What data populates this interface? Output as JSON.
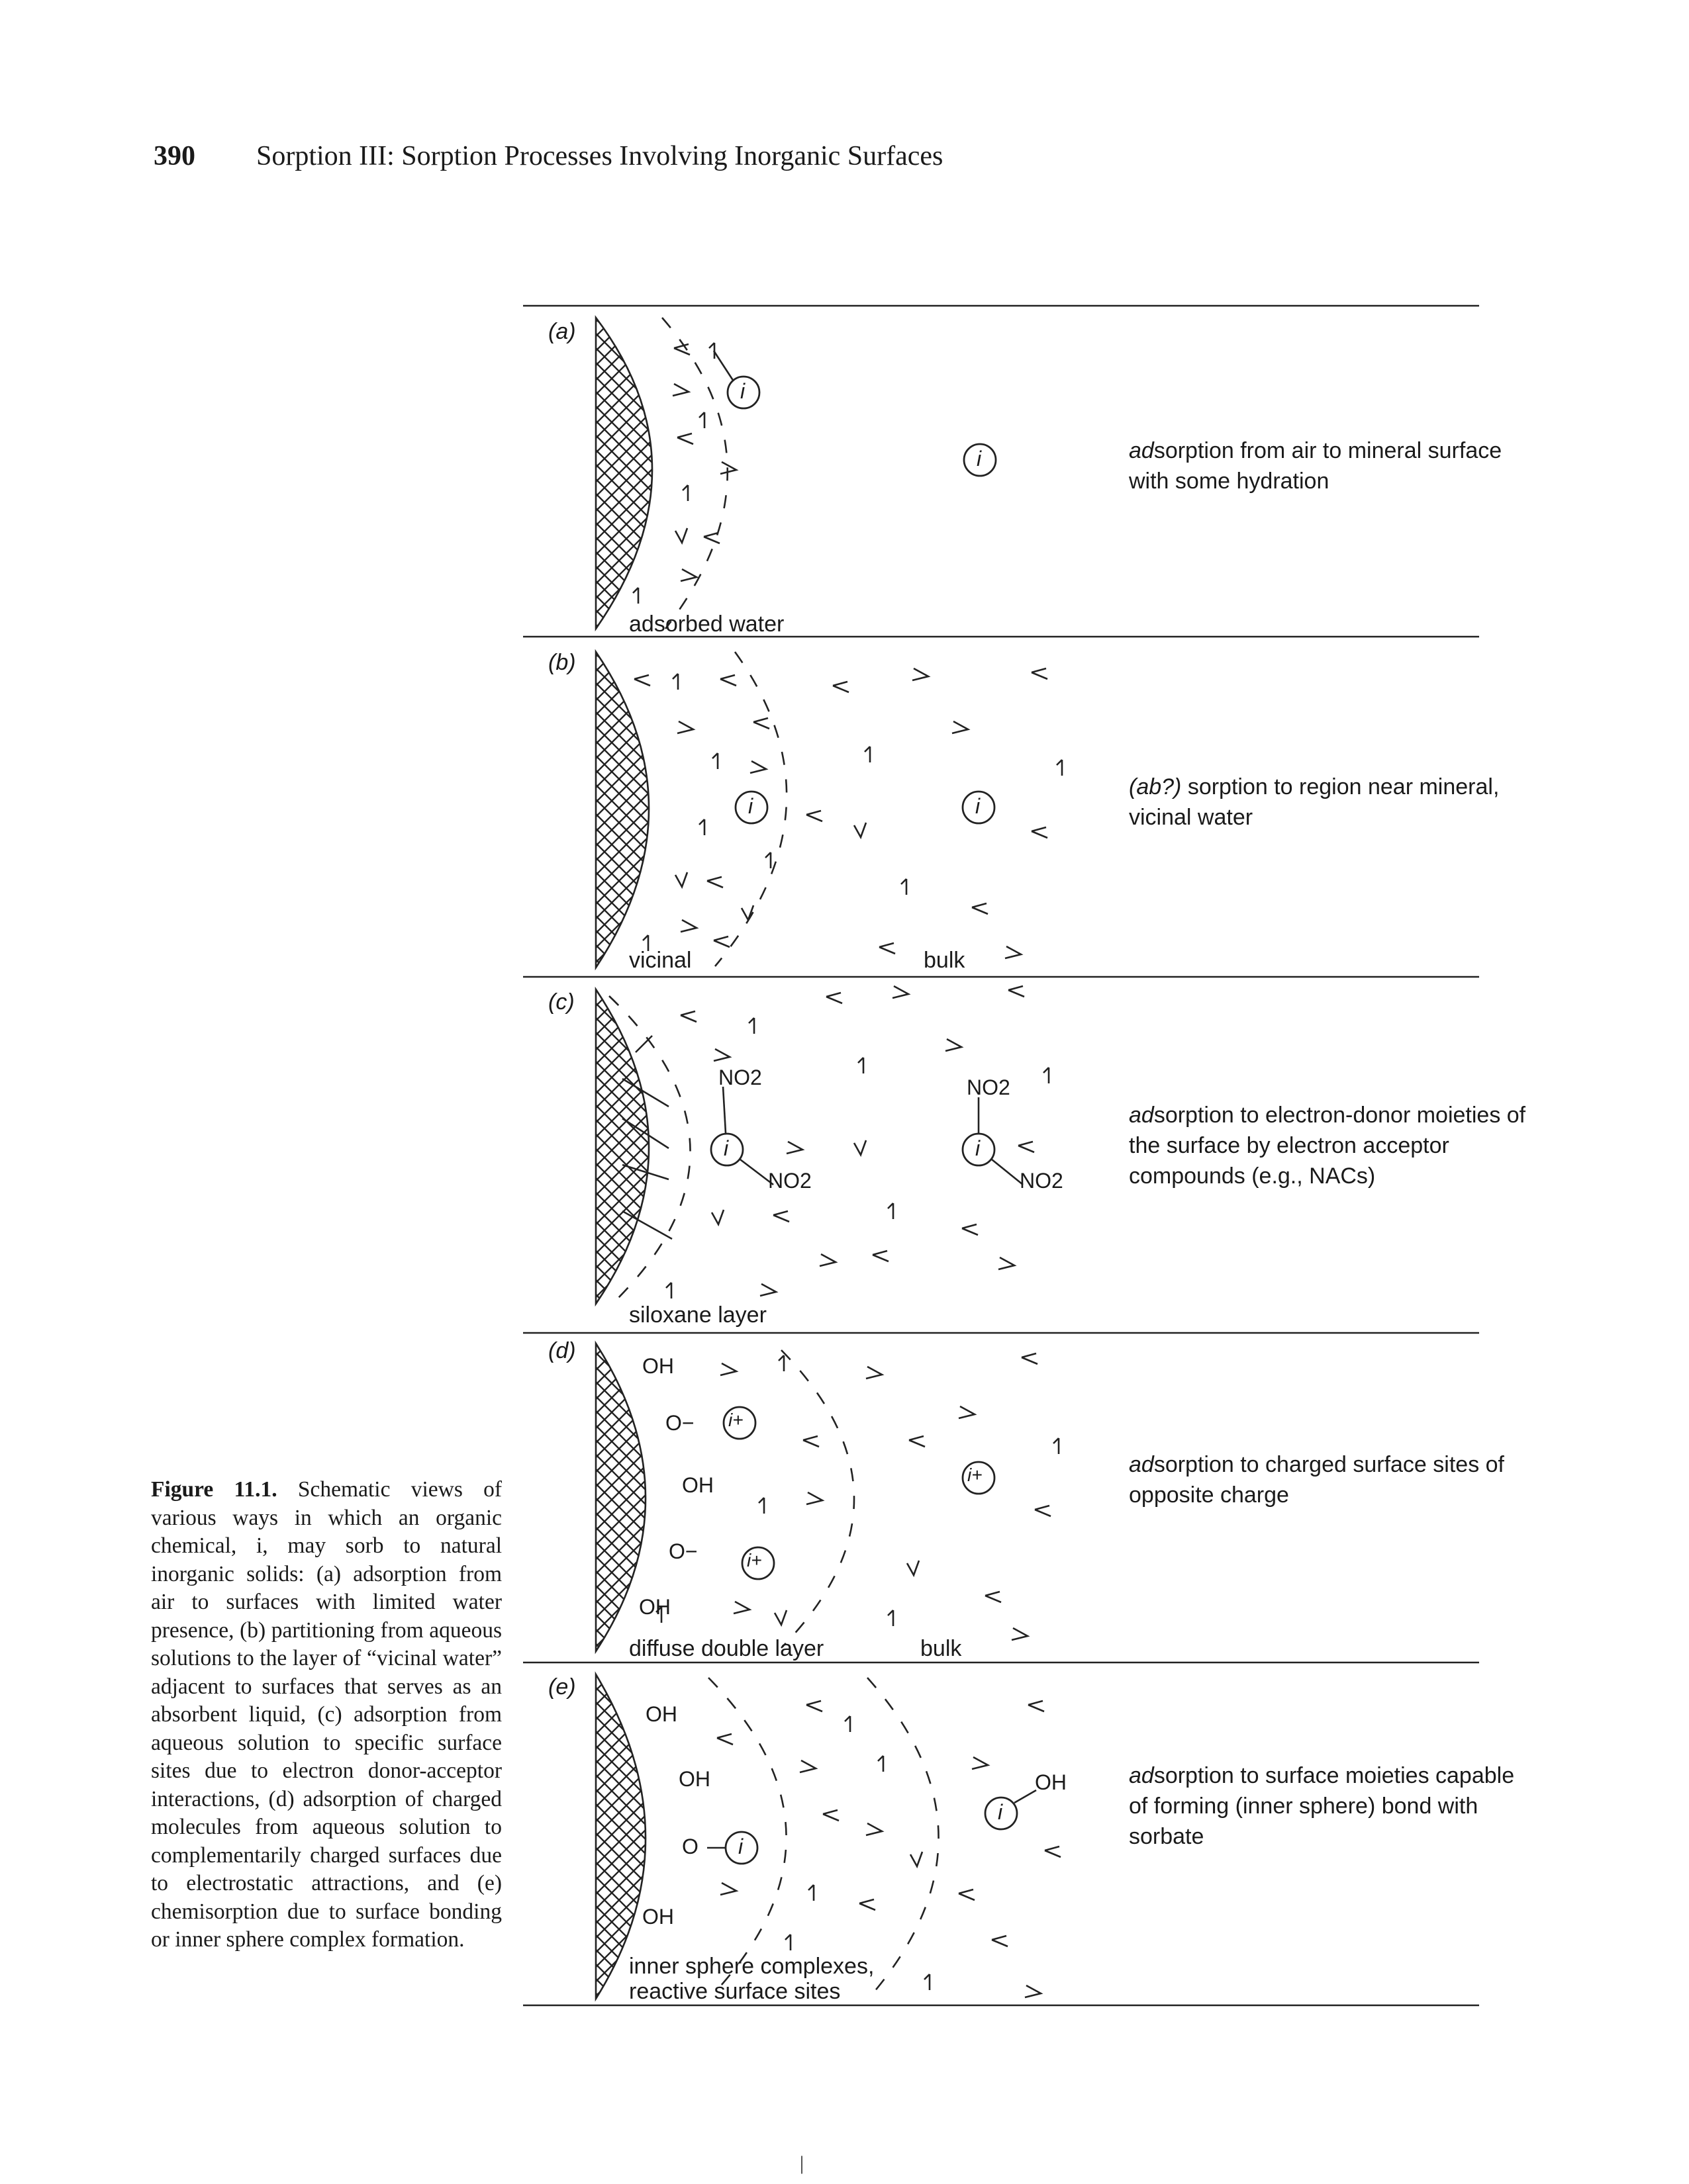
{
  "page": {
    "number": "390",
    "running_title": "Sorption III: Sorption Processes Involving Inorganic Surfaces",
    "footer_mark": "|"
  },
  "figure": {
    "panels": [
      {
        "label": "(a)",
        "labels": [
          "adsorbed water"
        ],
        "molecules": [
          "i",
          "i"
        ],
        "description_prefix": "ad",
        "description_rest": "sorption from air to mineral surface with some hydration"
      },
      {
        "label": "(b)",
        "labels": [
          "vicinal",
          "bulk"
        ],
        "molecules": [
          "i",
          "i"
        ],
        "description_prefix": "(ab?)",
        "description_rest": " sorption to region near mineral, vicinal water"
      },
      {
        "label": "(c)",
        "labels": [
          "siloxane layer"
        ],
        "molecules": [
          "i",
          "i"
        ],
        "groups": [
          "NO2",
          "NO2",
          "NO2",
          "NO2"
        ],
        "description_prefix": "ad",
        "description_rest": "sorption to electron-donor moieties of the surface by electron acceptor compounds (e.g., NACs)"
      },
      {
        "label": "(d)",
        "labels": [
          "diffuse double layer",
          "bulk"
        ],
        "molecules": [
          "i+",
          "i+",
          "i+"
        ],
        "surface_groups": [
          "OH",
          "O−",
          "OH",
          "O−",
          "OH"
        ],
        "description_prefix": "ad",
        "description_rest": "sorption to charged surface sites of opposite charge"
      },
      {
        "label": "(e)",
        "labels": [
          "inner sphere complexes,",
          "reactive surface sites"
        ],
        "molecules": [
          "i",
          "i"
        ],
        "surface_groups": [
          "OH",
          "OH",
          "O",
          "OH"
        ],
        "groups": [
          "OH"
        ],
        "description_prefix": "ad",
        "description_rest": "sorption to surface moieties capable of forming (inner sphere) bond with sorbate"
      }
    ],
    "caption": {
      "label": "Figure 11.1.",
      "text": " Schematic views of various ways in which an organic chemical, i, may sorb to natural inorganic solids: (a) adsorption from air to surfaces with limited water presence, (b) partitioning from aqueous solutions to the layer of “vicinal water” adjacent to surfaces that serves as an absorbent liquid, (c) adsorption from aqueous solution to specific surface sites due to electron donor-acceptor interactions, (d) adsorption of charged molecules from aqueous solution to complementarily charged surfaces due to electrostatic attractions, and (e) chemisorption due to surface bonding or inner sphere complex formation."
    }
  }
}
